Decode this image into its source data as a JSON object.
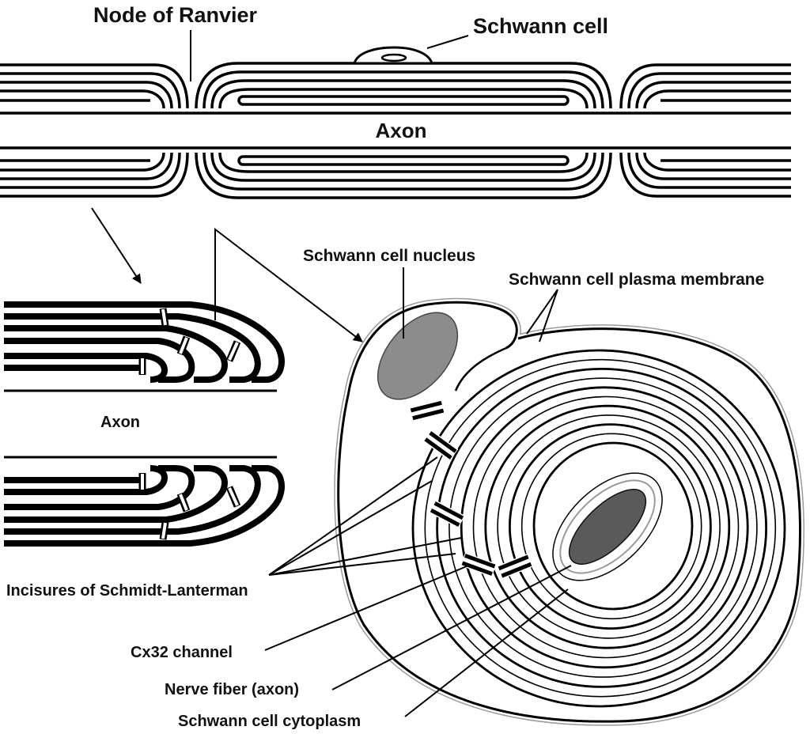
{
  "labels": {
    "node_of_ranvier": "Node of Ranvier",
    "schwann_cell": "Schwann cell",
    "axon_top": "Axon",
    "schwann_cell_nucleus": "Schwann cell nucleus",
    "schwann_cell_plasma_membrane": "Schwann cell plasma membrane",
    "axon_zoom": "Axon",
    "incisures": "Incisures of Schmidt-Lanterman",
    "cx32_channel": "Cx32 channel",
    "nerve_fiber": "Nerve fiber (axon)",
    "schwann_cell_cytoplasm": "Schwann cell cytoplasm"
  },
  "colors": {
    "ink": "#000000",
    "nucleus": "#8c8c8c",
    "axon": "#5a5a5a",
    "membrane": "#9a9a9a",
    "background": "#ffffff"
  }
}
